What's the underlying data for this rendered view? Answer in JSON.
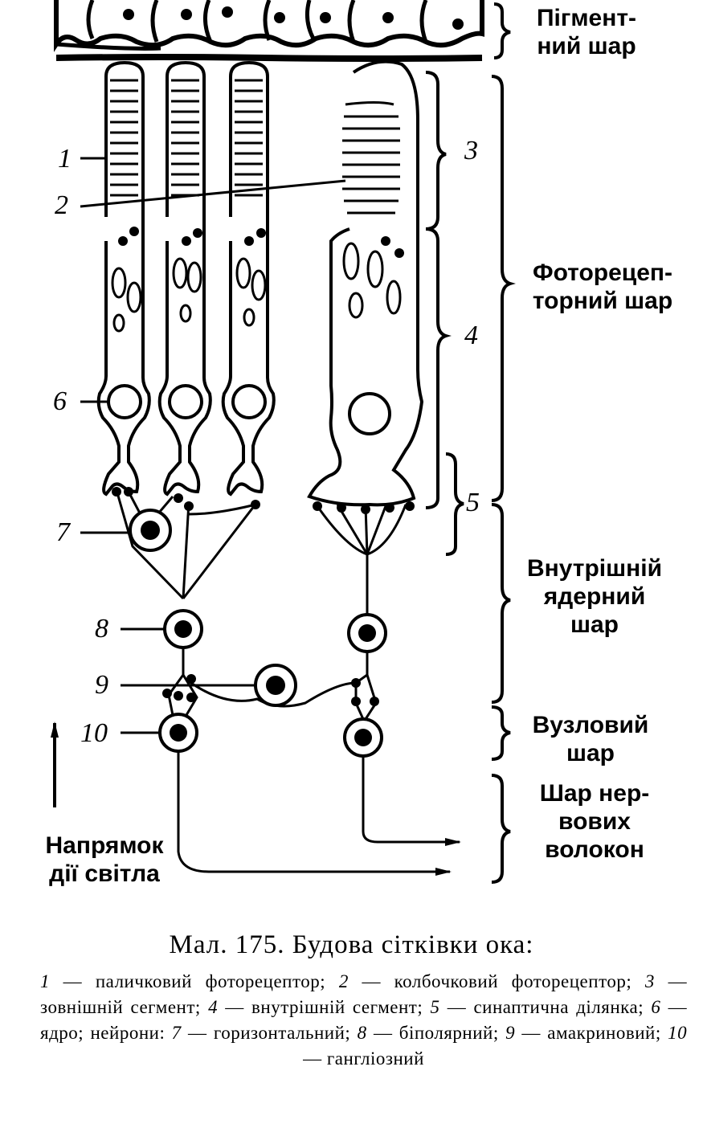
{
  "layers": {
    "pigment": "Пігмент-\nний шар",
    "photoreceptor": "Фоторецеп-\nторний шар",
    "inner_nuclear": "Внутрішній\nядерний\nшар",
    "ganglion": "Вузловий\nшар",
    "nerve_fiber": "Шар нер-\nвових\nволокон"
  },
  "direction_label": "Напрямок\nдії світла",
  "numbers": [
    "1",
    "2",
    "3",
    "4",
    "5",
    "6",
    "7",
    "8",
    "9",
    "10"
  ],
  "caption": {
    "title": "Мал. 175. Будова сітківки ока:",
    "items": [
      {
        "num": "1",
        "text": "паличковий фоторецептор"
      },
      {
        "num": "2",
        "text": "колбочковий фоторецептор"
      },
      {
        "num": "3",
        "text": "зовнішній сегмент"
      },
      {
        "num": "4",
        "text": "внутрішній сегмент"
      },
      {
        "num": "5",
        "text": "синаптична ділянка"
      },
      {
        "num": "6",
        "text": "ядро"
      },
      {
        "num": "7",
        "text": "горизонтальний"
      },
      {
        "num": "8",
        "text": "біполярний"
      },
      {
        "num": "9",
        "text": "амакриновий"
      },
      {
        "num": "10",
        "text": "гангліозний"
      }
    ],
    "neurons_prefix": "нейрони:"
  }
}
